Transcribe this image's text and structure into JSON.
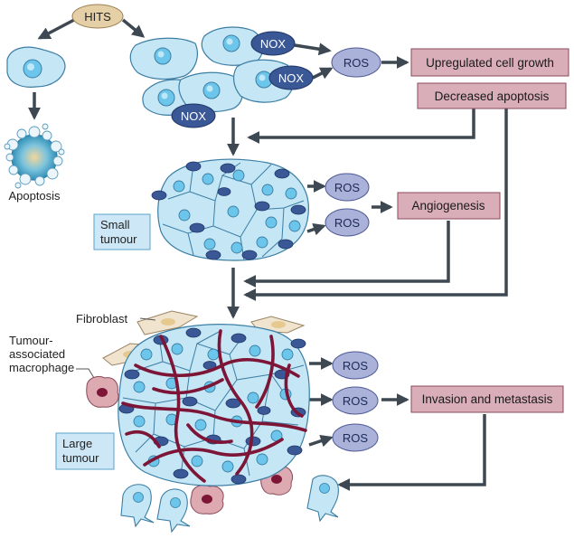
{
  "nodes": {
    "hits": "HITS",
    "nox_1": "NOX",
    "nox_2": "NOX",
    "nox_3": "NOX",
    "ros_top": "ROS",
    "ros_small_1": "ROS",
    "ros_small_2": "ROS",
    "ros_large_1": "ROS",
    "ros_large_2": "ROS",
    "ros_large_3": "ROS"
  },
  "outcomes": {
    "growth": "Upregulated cell growth",
    "apoptosis_decrease": "Decreased apoptosis",
    "angiogenesis": "Angiogenesis",
    "invasion": "Invasion and metastasis"
  },
  "labels": {
    "apoptosis": "Apoptosis",
    "small_tumour": [
      "Small",
      "tumour"
    ],
    "large_tumour": [
      "Large",
      "tumour"
    ],
    "fibroblast": "Fibroblast",
    "macrophage": [
      "Tumour-",
      "associated",
      "macrophage"
    ]
  },
  "colors": {
    "cell_fill": "#c5e6f5",
    "cell_stroke": "#3c7ea4",
    "nucleus": "#6cc5ea",
    "nox_fill": "#3a5796",
    "ros_fill": "#aab2d9",
    "outcome_fill": "#d9aeb8",
    "outcome_stroke": "#8a4a5b",
    "tumour_label_fill": "#cde7f6",
    "hits_fill": "#e4cfa6",
    "vessel": "#7d1537",
    "arrow": "#3d4852",
    "macrophage_fill": "#dcaab0",
    "fibroblast_fill": "#f1e4cf"
  }
}
